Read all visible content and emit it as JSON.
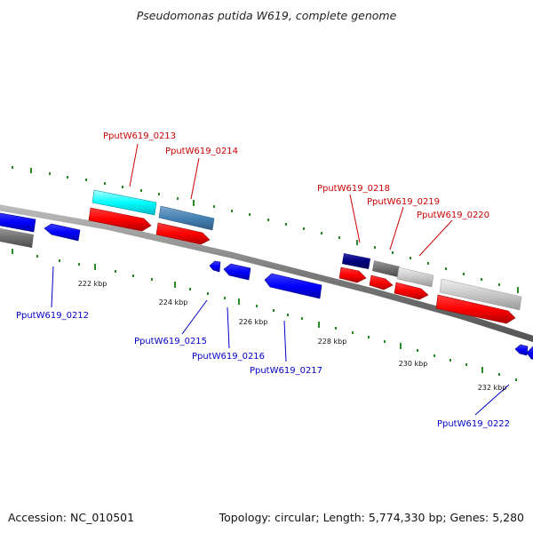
{
  "title": "Pseudomonas putida W619, complete genome",
  "footer": {
    "accession": "Accession: NC_010501",
    "topology": "Topology: circular; Length: 5,774,330 bp; Genes: 5,280"
  },
  "colors": {
    "red_label": "#cc0000",
    "blue_label": "#0000cc",
    "tick": "#2a8a2a",
    "backbone": "#888888"
  },
  "scale_labels": [
    "222 kbp",
    "224 kbp",
    "226 kbp",
    "228 kbp",
    "230 kbp",
    "232 kbp"
  ],
  "gene_labels": [
    {
      "text": "PputW619_0212",
      "color": "blue"
    },
    {
      "text": "PputW619_0213",
      "color": "red"
    },
    {
      "text": "PputW619_0214",
      "color": "red"
    },
    {
      "text": "PputW619_0215",
      "color": "blue"
    },
    {
      "text": "PputW619_0216",
      "color": "blue"
    },
    {
      "text": "PputW619_0217",
      "color": "blue"
    },
    {
      "text": "PputW619_0218",
      "color": "red"
    },
    {
      "text": "PputW619_0219",
      "color": "red"
    },
    {
      "text": "PputW619_0220",
      "color": "red"
    },
    {
      "text": "PputW619_0222",
      "color": "blue"
    }
  ]
}
